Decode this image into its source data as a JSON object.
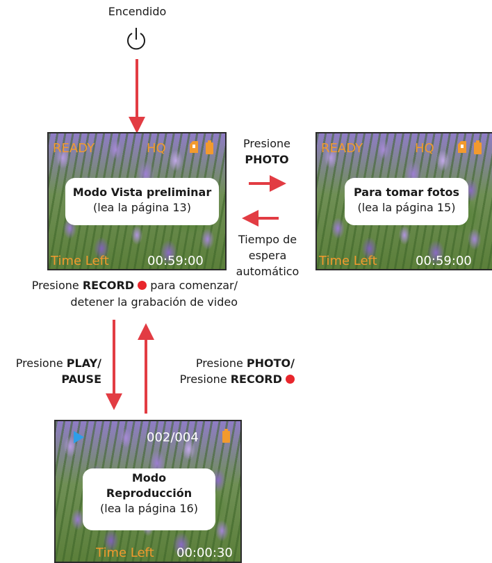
{
  "power": {
    "label": "Encendido",
    "icon": "power-icon"
  },
  "preview": {
    "status": "READY",
    "quality": "HQ",
    "title": "Modo Vista preliminar",
    "subtitle": "(lea la página 13)",
    "time_label": "Time Left",
    "time_value": "00:59:00"
  },
  "photo": {
    "status": "READY",
    "quality": "HQ",
    "title": "Para tomar fotos",
    "subtitle": "(lea la página 15)",
    "time_label": "Time Left",
    "time_value": "00:59:00"
  },
  "playback": {
    "counter": "002/004",
    "title_line1": "Modo",
    "title_line2": "Reproducción",
    "subtitle": "(lea la página 16)",
    "time_label": "Time Left",
    "time_value": "00:00:30"
  },
  "labels": {
    "press_photo_1": "Presione",
    "press_photo_2": "PHOTO",
    "timeout_1": "Tiempo de",
    "timeout_2": "espera",
    "timeout_3": "automático",
    "record_prefix": "Presione",
    "record_key": "RECORD",
    "record_suffix": "para comenzar/",
    "record_line2": "detener la grabación de video",
    "play_prefix": "Presione",
    "play_key_1": "PLAY/",
    "play_key_2": "PAUSE",
    "back_prefix_1": "Presione",
    "back_key_1": "PHOTO/",
    "back_prefix_2": "Presione",
    "back_key_2": "RECORD"
  },
  "colors": {
    "arrow": "#e23c43",
    "osd": "#f29a2e",
    "record_dot": "#e8262c",
    "play_icon": "#2e9ee8"
  }
}
